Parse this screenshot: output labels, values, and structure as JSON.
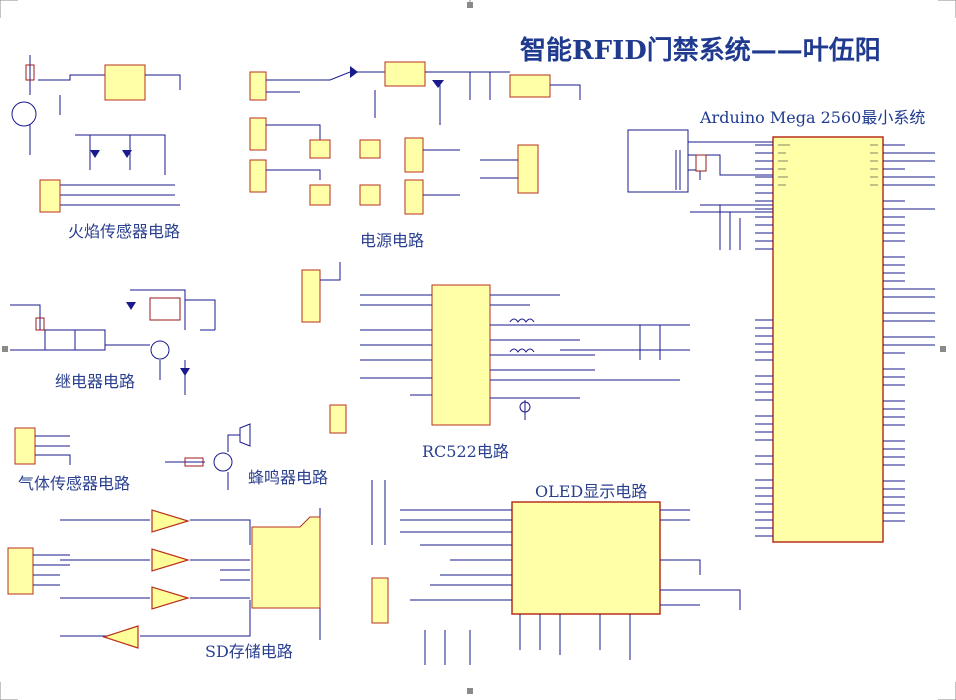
{
  "title": "智能RFID门禁系统——叶伍阳",
  "mcu_section": "Arduino Mega 2560最小系统",
  "sections": {
    "flame": "火焰传感器电路",
    "power": "电源电路",
    "relay": "继电器电路",
    "rc522": "RC522电路",
    "gas": "气体传感器电路",
    "buzzer": "蜂鸣器电路",
    "oled": "OLED显示电路",
    "sd": "SD存储电路"
  },
  "colors": {
    "wire": "#1a1a8c",
    "component": "#9b1b1b",
    "body_fill": "#ffffa8",
    "body_border": "#b8301c",
    "label": "#2a3f8f",
    "triangle_fill": "#ffff99"
  }
}
